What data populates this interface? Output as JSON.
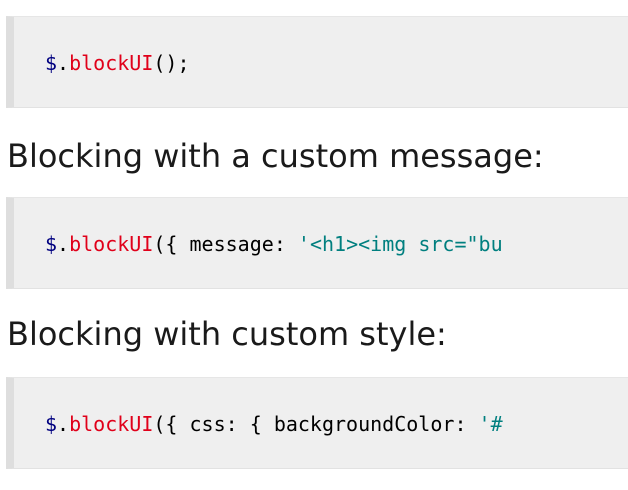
{
  "blocks": [
    {
      "tokens": {
        "dollar": "$",
        "dot": ".",
        "fn": "blockUI",
        "rest": "();"
      }
    },
    {
      "heading": "Blocking with a custom message:",
      "tokens": {
        "dollar": "$",
        "dot": ".",
        "fn": "blockUI",
        "open": "({ ",
        "key": "message",
        "colon": ": ",
        "string": "'<h1><img src=\"bu"
      }
    },
    {
      "heading": "Blocking with custom style:",
      "tokens": {
        "dollar": "$",
        "dot": ".",
        "fn": "blockUI",
        "open": "({ ",
        "key": "css",
        "colon": ": { ",
        "key2": "backgroundColor",
        "colon2": ": ",
        "string": "'#"
      }
    }
  ]
}
